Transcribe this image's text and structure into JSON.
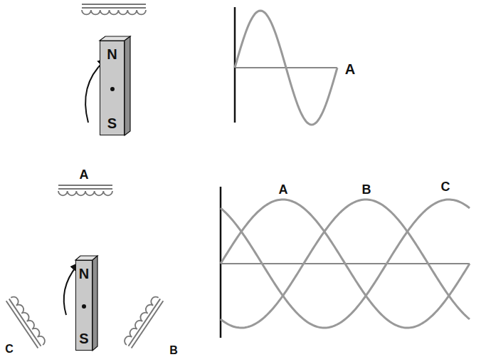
{
  "diagram": {
    "nodes": [
      {
        "text": [
          "N",
          "S"
        ]
      },
      {
        "text": [
          "N",
          "S"
        ]
      }
    ],
    "labels": [
      "A",
      "A",
      "A",
      "B",
      "C",
      "C",
      "B"
    ]
  }
}
